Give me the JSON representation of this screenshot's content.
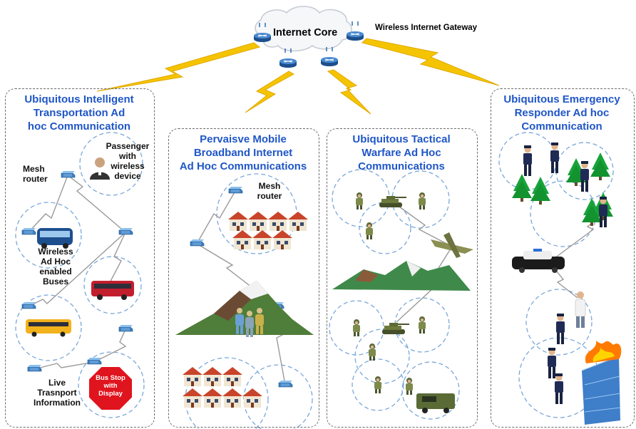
{
  "core": {
    "label": "Internet Core",
    "gateway_label": "Wireless Internet Gateway"
  },
  "panels": {
    "transport": {
      "title": [
        "Ubiquitous Intelligent",
        "Transportation Ad",
        "hoc Communication"
      ],
      "labels": {
        "mesh_router": [
          "Mesh",
          "router"
        ],
        "passenger": [
          "Passenger",
          "with",
          "wireless",
          "device"
        ],
        "buses": [
          "Wireless",
          "Ad Hoc",
          "enabled",
          "Buses"
        ],
        "transport_info": [
          "Live",
          "Trasnport",
          "Information"
        ],
        "bus_stop": [
          "Bus Stop",
          "with",
          "Display"
        ]
      }
    },
    "broadband": {
      "title": [
        "Pervaisve Mobile",
        "Broadband Internet",
        "Ad Hoc Communications"
      ],
      "labels": {
        "mesh_router": [
          "Mesh",
          "router"
        ]
      }
    },
    "tactical": {
      "title": [
        "Ubiquitous Tactical",
        "Warfare Ad Hoc",
        "Communications"
      ]
    },
    "emergency": {
      "title": [
        "Ubiquitous Emergency",
        "Responder Ad hoc",
        "Communication"
      ]
    }
  },
  "colors": {
    "title_blue": "#1f56c7",
    "lightning": "#f5c400",
    "range_circle": "#7aa7d9",
    "router": "#2f6fb5",
    "panel_border": "#6b6b6b"
  }
}
